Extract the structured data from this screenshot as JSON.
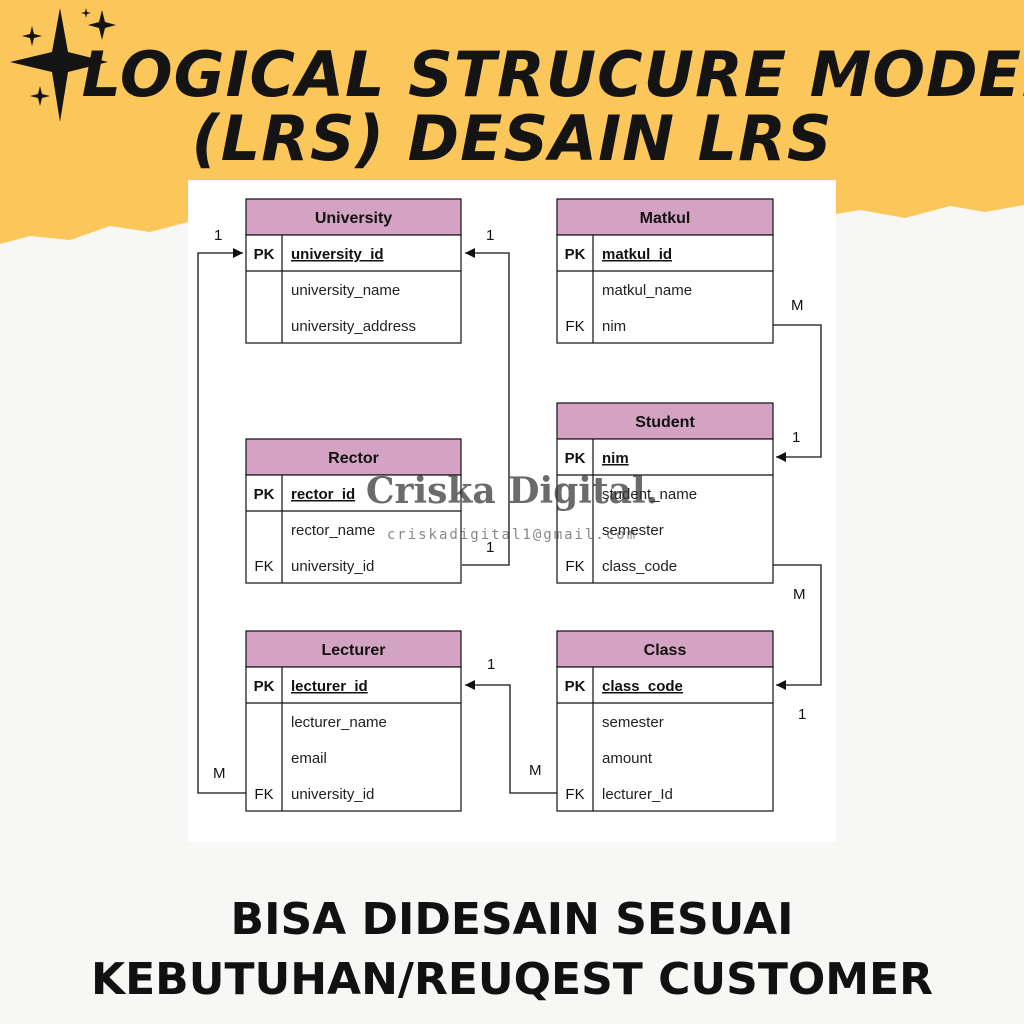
{
  "header": {
    "line1": "LOGICAL STRUCURE MODEL",
    "line2": "(LRS) DESAIN LRS"
  },
  "colors": {
    "banner": "#fbc65a",
    "entity_header": "#d4a3c3",
    "background": "#f7f7f5"
  },
  "entities": {
    "university": {
      "title": "University",
      "pk_label": "PK",
      "pk": "university_id",
      "attr1": "university_name",
      "attr2": "university_address"
    },
    "matkul": {
      "title": "Matkul",
      "pk_label": "PK",
      "pk": "matkul_id",
      "attr1": "matkul_name",
      "fk_label": "FK",
      "attr2": "nim"
    },
    "student": {
      "title": "Student",
      "pk_label": "PK",
      "pk": "nim",
      "attr1": "student_name",
      "attr2": "semester",
      "fk_label": "FK",
      "attr3": "class_code"
    },
    "rector": {
      "title": "Rector",
      "pk_label": "PK",
      "pk": "rector_id",
      "attr1": "rector_name",
      "fk_label": "FK",
      "attr2": "university_id"
    },
    "lecturer": {
      "title": "Lecturer",
      "pk_label": "PK",
      "pk": "lecturer_id",
      "attr1": "lecturer_name",
      "attr2": "email",
      "fk_label": "FK",
      "attr3": "university_id"
    },
    "class": {
      "title": "Class",
      "pk_label": "PK",
      "pk": "class_code",
      "attr1": "semester",
      "attr2": "amount",
      "fk_label": "FK",
      "attr3": "lecturer_Id"
    }
  },
  "cardinalities": {
    "lecturer_university_one": "1",
    "lecturer_university_many": "M",
    "rector_university_one_top": "1",
    "rector_university_one_bottom": "1",
    "matkul_student_many": "M",
    "matkul_student_one": "1",
    "student_class_many": "M",
    "student_class_one": "1",
    "class_lecturer_one": "1",
    "class_lecturer_many": "M"
  },
  "watermark": {
    "name": "Criska Digital.",
    "email": "criskadigital1@gmail.com"
  },
  "footer": {
    "line1": "BISA DIDESAIN SESUAI",
    "line2": "KEBUTUHAN/REUQEST CUSTOMER"
  }
}
